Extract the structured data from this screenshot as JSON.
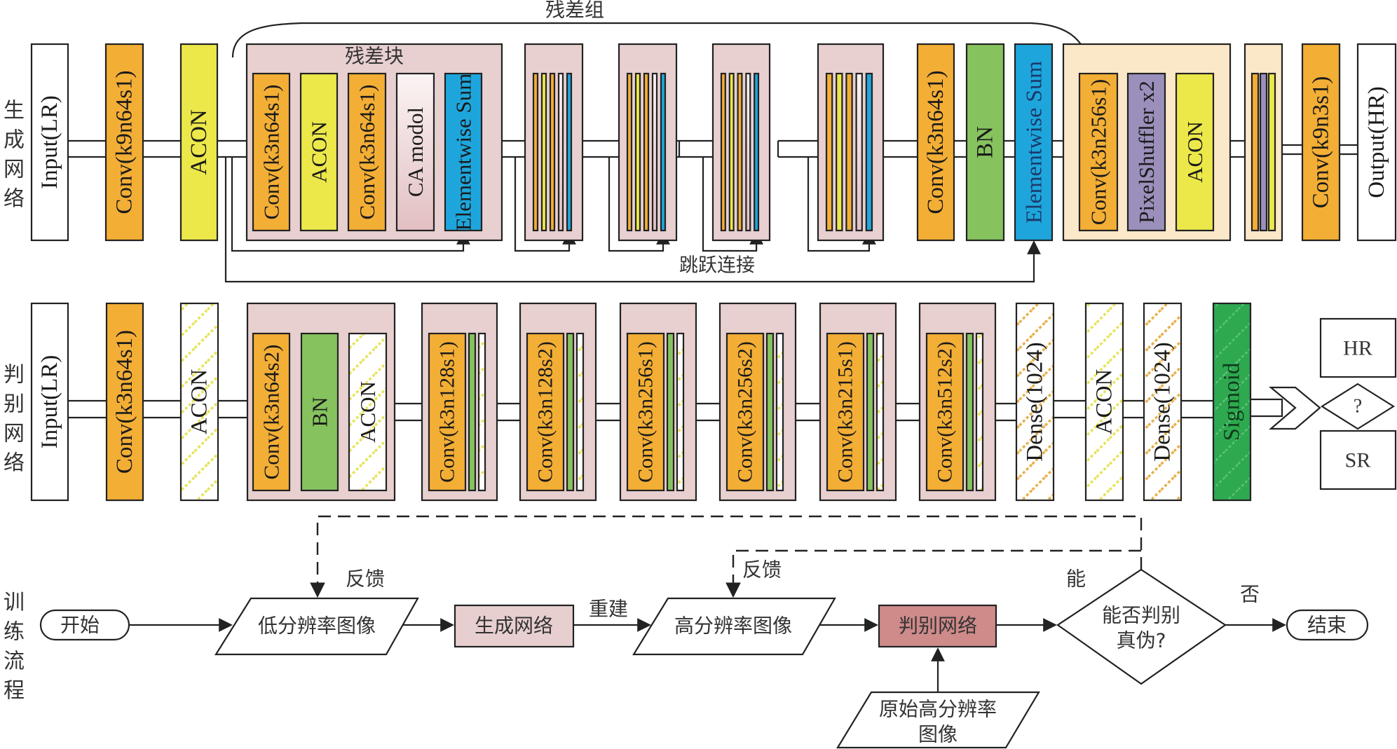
{
  "row_labels": {
    "generator": [
      "生",
      "成",
      "网",
      "络"
    ],
    "discriminator": [
      "判",
      "别",
      "网",
      "络"
    ],
    "training": [
      "训",
      "练",
      "流",
      "程"
    ]
  },
  "generator": {
    "input": "Input(LR)",
    "conv1": "Conv(k9n64s1)",
    "acon1": "ACON",
    "residual_group_label": "残差组",
    "residual_block_label": "残差块",
    "residual_block_layers": [
      "Conv(k3n64s1)",
      "ACON",
      "Conv(k3n64s1)",
      "CA modol",
      "Elementwise Sum"
    ],
    "skip_connection_label": "跳跃连接",
    "conv2": "Conv(k3n64s1)",
    "bn": "BN",
    "elementwise_sum": "Elementwise Sum",
    "upsample_layers": [
      "Conv(k3n256s1)",
      "PixelShuffler x2",
      "ACON"
    ],
    "conv_out": "Conv(k9n3s1)",
    "output": "Output(HR)"
  },
  "discriminator": {
    "input": "Input(LR)",
    "conv1": "Conv(k3n64s1)",
    "acon1": "ACON",
    "block_layers": [
      "Conv(k3n64s2)",
      "BN",
      "ACON"
    ],
    "conv_blocks": [
      "Conv(k3n128s1)",
      "Conv(k3n128s2)",
      "Conv(k3n256s1)",
      "Conv(k3n256s2)",
      "Conv(k3n215s1)",
      "Conv(k3n512s2)"
    ],
    "dense1": "Dense(1024)",
    "acon2": "ACON",
    "dense2": "Dense(1024)",
    "sigmoid": "Sigmoid",
    "hr": "HR",
    "question": "?",
    "sr": "SR"
  },
  "training": {
    "start": "开始",
    "lr_image": "低分辨率图像",
    "generator": "生成网络",
    "reconstruct": "重建",
    "hr_image": "高分辨率图像",
    "discriminator": "判别网络",
    "original_hr_line1": "原始高分辨率",
    "original_hr_line2": "图像",
    "decision_line1": "能否判别",
    "decision_line2": "真伪?",
    "yes": "能",
    "no": "否",
    "feedback1": "反馈",
    "feedback2": "反馈",
    "end": "结束"
  },
  "colors": {
    "conv": "#f3ae35",
    "acon": "#ece84a",
    "bn": "#86c35e",
    "sum": "#1ea6dc",
    "pixelshuffle": "#9b8fbb",
    "residual_bg": "#e8d0d0",
    "upsample_bg": "#fbe8c8",
    "sigmoid": "#2ea94f",
    "gen_box": "#e8cfcf",
    "disc_box": "#cf8a8a"
  }
}
